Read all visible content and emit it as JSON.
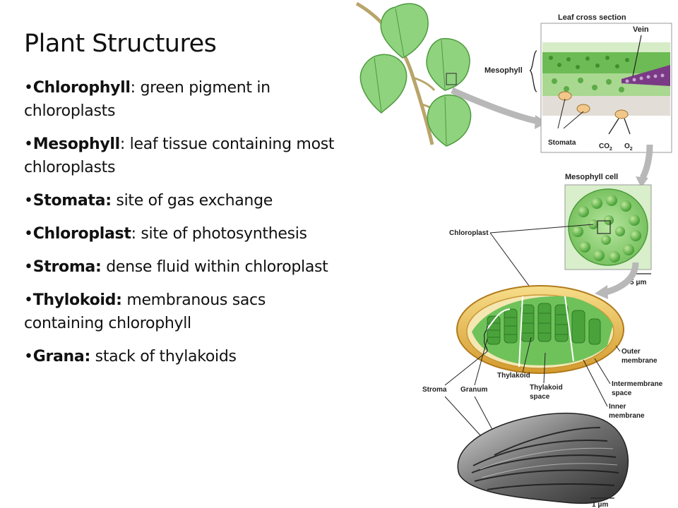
{
  "slide": {
    "title": "Plant Structures",
    "bullets": [
      {
        "term": "Chlorophyll",
        "sep": ": ",
        "desc": "green pigment in chloroplasts",
        "term_bold": true
      },
      {
        "term": "Mesophyll",
        "sep": ": ",
        "desc": "leaf tissue containing most chloroplasts",
        "term_bold": true
      },
      {
        "term": "Stomata:",
        "sep": " ",
        "desc": "site of gas exchange",
        "term_bold": true
      },
      {
        "term": "Chloroplast",
        "sep": ": ",
        "desc": "site of photosynthesis",
        "term_bold": true
      },
      {
        "term": "Stroma:",
        "sep": " ",
        "desc": "dense fluid within chloroplast",
        "term_bold": true
      },
      {
        "term": "Thylokoid:",
        "sep": " ",
        "desc": "membranous sacs containing chlorophyll",
        "term_bold": true
      },
      {
        "term": "Grana:",
        "sep": " ",
        "desc": "stack of thylakoids",
        "term_bold": true
      }
    ],
    "bullet_char": "•"
  },
  "diagram": {
    "leaf_cross_section": "Leaf cross section",
    "vein": "Vein",
    "mesophyll": "Mesophyll",
    "stomata": "Stomata",
    "co2": "CO",
    "co2_sub": "2",
    "o2": "O",
    "o2_sub": "2",
    "mesophyll_cell": "Mesophyll cell",
    "chloroplast": "Chloroplast",
    "scale_5um": "5 μm",
    "outer_membrane_1": "Outer",
    "outer_membrane_2": "membrane",
    "intermembrane_1": "Intermembrane",
    "intermembrane_2": "space",
    "inner_membrane_1": "Inner",
    "inner_membrane_2": "membrane",
    "thylakoid": "Thylakoid",
    "thylakoid_space_1": "Thylakoid",
    "thylakoid_space_2": "space",
    "stroma": "Stroma",
    "granum": "Granum",
    "scale_1um": "1 μm"
  },
  "colors": {
    "leaf_green": "#8fd37e",
    "leaf_dark": "#4e9a3e",
    "chloroplast_green": "#5cb84a",
    "envelope": "#e3b64c",
    "vein_purple": "#7a3a86",
    "arrow_gray": "#b8b8b8"
  }
}
